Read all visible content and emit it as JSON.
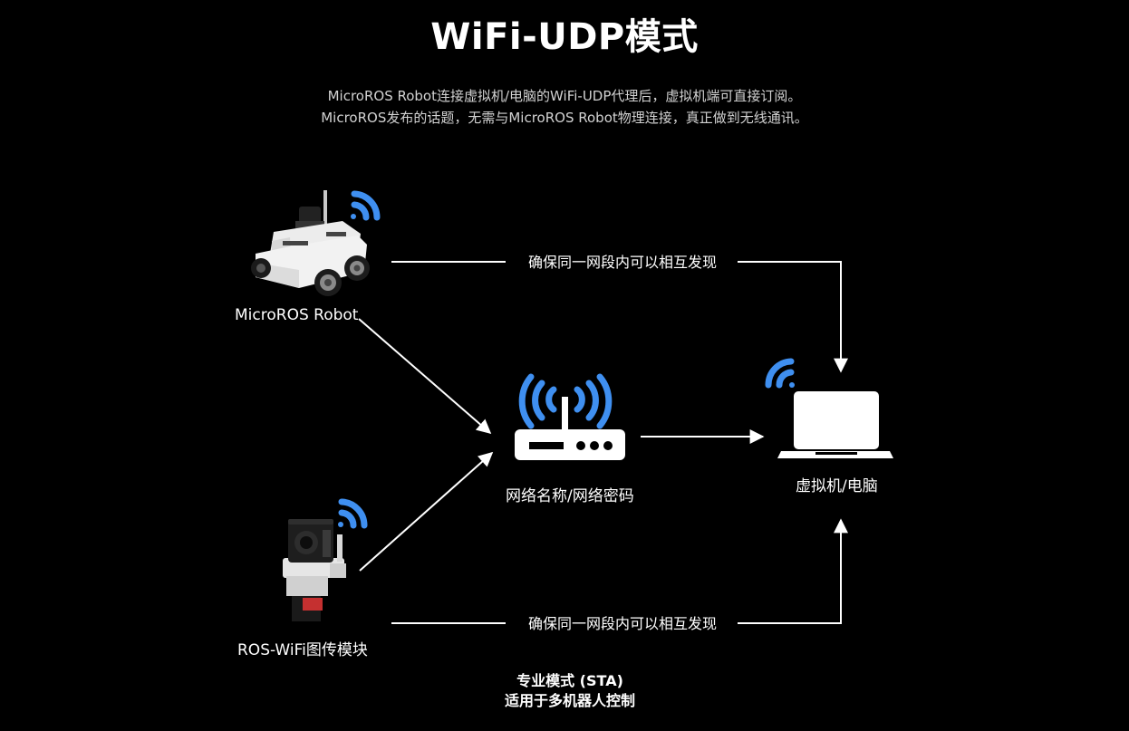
{
  "title": "WiFi-UDP模式",
  "description": {
    "line1": "MicroROS Robot连接虚拟机/电脑的WiFi-UDP代理后，虚拟机端可直接订阅。",
    "line2": "MicroROS发布的话题，无需与MicroROS Robot物理连接，真正做到无线通讯。"
  },
  "nodes": {
    "robot": {
      "label": "MicroROS Robot",
      "icon": "robot-car-icon"
    },
    "router": {
      "label": "网络名称/网络密码",
      "icon": "router-icon"
    },
    "computer": {
      "label": "虚拟机/电脑",
      "icon": "laptop-icon"
    },
    "camera": {
      "label": "ROS-WiFi图传模块",
      "icon": "camera-module-icon"
    }
  },
  "links": {
    "top": "确保同一网段内可以相互发现",
    "bottom": "确保同一网段内可以相互发现"
  },
  "mode": {
    "line1": "专业模式 (STA)",
    "line2": "适用于多机器人控制"
  },
  "colors": {
    "background": "#000000",
    "wifi": "#3f8ff0",
    "line": "#ffffff"
  }
}
